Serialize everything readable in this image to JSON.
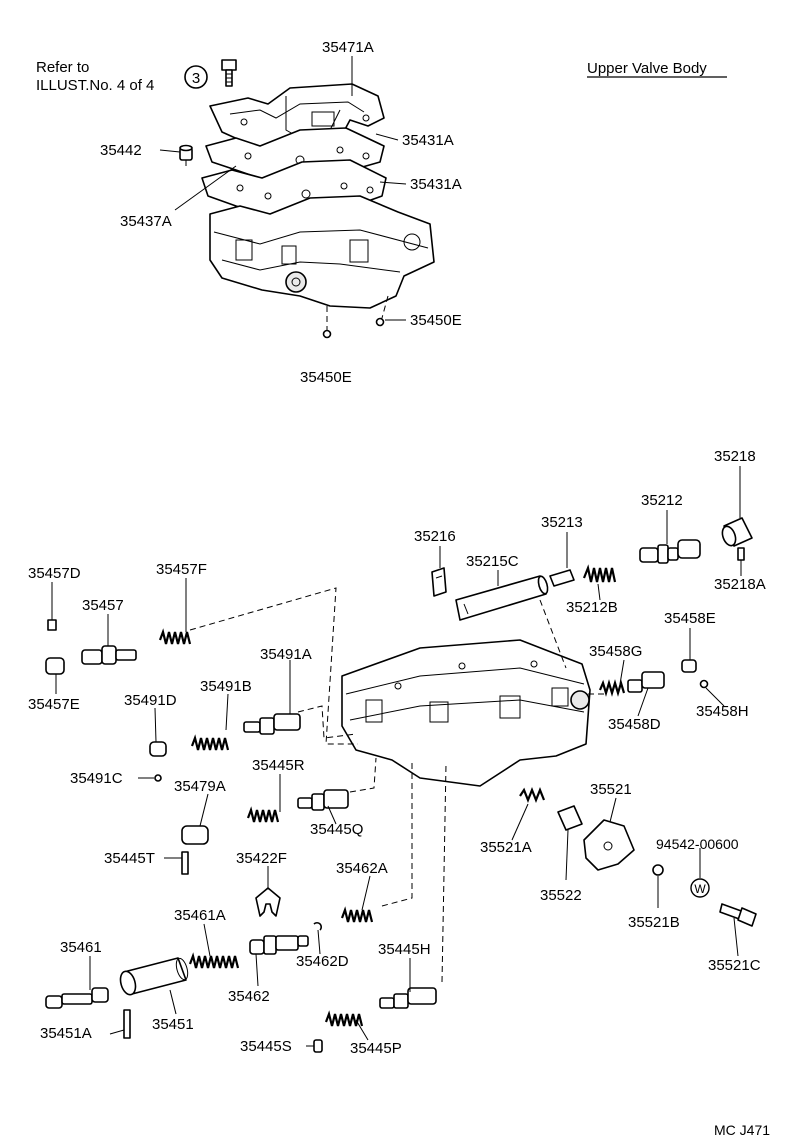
{
  "header": {
    "refer_line1": "Refer to",
    "refer_line2": "ILLUST.No. 4 of 4",
    "ref_circle": "3",
    "title": "Upper Valve Body"
  },
  "footer_code": "MC J471",
  "callouts": {
    "p35471A": "35471A",
    "p35431A_a": "35431A",
    "p35431A_b": "35431A",
    "p35442": "35442",
    "p35437A": "35437A",
    "p35450E_a": "35450E",
    "p35450E_b": "35450E",
    "p35218": "35218",
    "p35212": "35212",
    "p35213": "35213",
    "p35216": "35216",
    "p35215C": "35215C",
    "p35212B": "35212B",
    "p35218A": "35218A",
    "p35457D": "35457D",
    "p35457F": "35457F",
    "p35457": "35457",
    "p35457E": "35457E",
    "p35458E": "35458E",
    "p35458G": "35458G",
    "p35458D": "35458D",
    "p35458H": "35458H",
    "p35491A": "35491A",
    "p35491B": "35491B",
    "p35491D": "35491D",
    "p35491C": "35491C",
    "p35445R": "35445R",
    "p35479A": "35479A",
    "p35445Q": "35445Q",
    "p35445T": "35445T",
    "p35422F": "35422F",
    "p35462A": "35462A",
    "p35461A": "35461A",
    "p35461": "35461",
    "p35462": "35462",
    "p35462D": "35462D",
    "p35451A": "35451A",
    "p35451": "35451",
    "p35445H": "35445H",
    "p35445S": "35445S",
    "p35445P": "35445P",
    "p35521": "35521",
    "p35521A": "35521A",
    "p35522": "35522",
    "p94542": "94542-00600",
    "p35521B": "35521B",
    "p35521C": "35521C",
    "washer_symbol": "W"
  }
}
